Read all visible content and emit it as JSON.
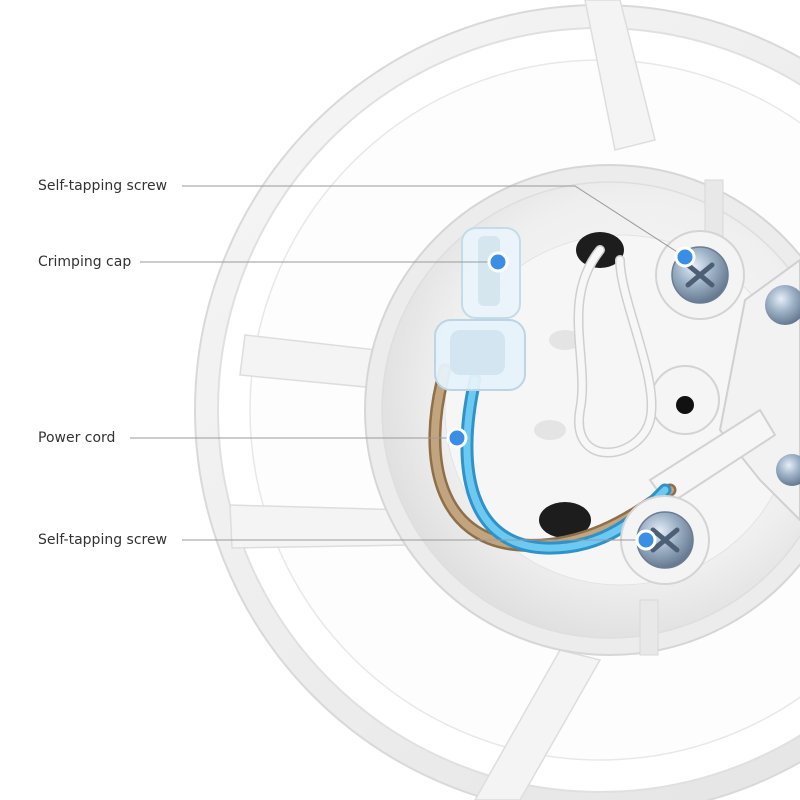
{
  "callouts": [
    {
      "label": "Self-tapping screw"
    },
    {
      "label": "Crimping cap"
    },
    {
      "label": "Power cord"
    },
    {
      "label": "Self-tapping screw"
    }
  ],
  "colors": {
    "marker_fill": "#3a8ee6",
    "marker_ring": "#ffffff",
    "leader_line": "#9a9a9a",
    "wire_blue": "#4ab4e6",
    "wire_brown": "#b89a72",
    "wire_white": "#f4f4f4",
    "base_white": "#f3f3f3",
    "screw_metal": "#8fa2b8"
  }
}
